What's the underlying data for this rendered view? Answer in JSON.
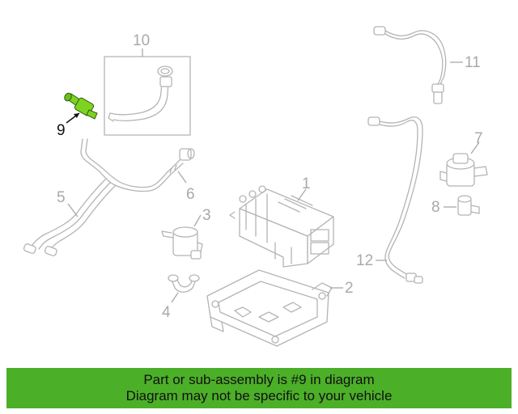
{
  "diagram": {
    "callouts": {
      "c1": "1",
      "c2": "2",
      "c3": "3",
      "c4": "4",
      "c5": "5",
      "c6": "6",
      "c7": "7",
      "c8": "8",
      "c9": "9",
      "c10": "10",
      "c11": "11",
      "c12": "12"
    },
    "highlighted_part": "9",
    "colors": {
      "highlight": "#7ed321",
      "banner": "#4caf28",
      "line": "#b4b4b4"
    }
  },
  "banner": {
    "line1": "Part or sub-assembly is #9 in diagram",
    "line2": "Diagram may not be specific to your vehicle"
  }
}
